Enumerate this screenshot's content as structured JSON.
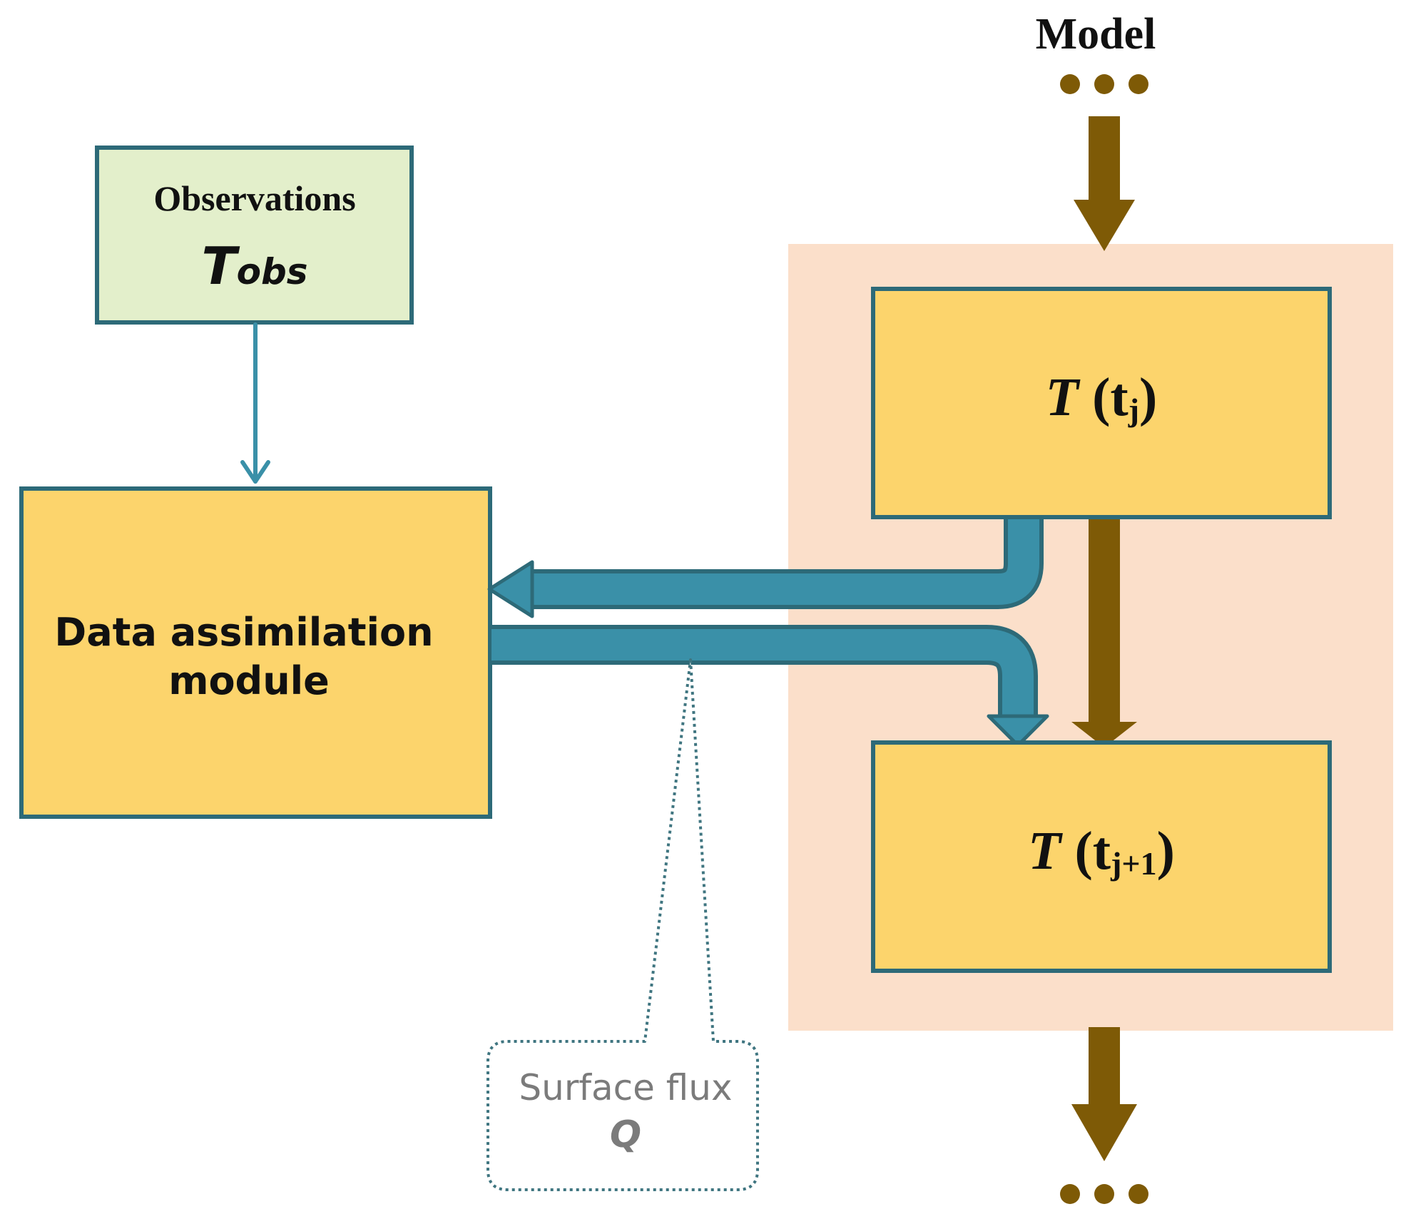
{
  "model": {
    "label": "Model"
  },
  "observations": {
    "title": "Observations",
    "symbol": "T",
    "subscript": "obs"
  },
  "assimilation": {
    "line1": "Data assimilation",
    "line2": "module"
  },
  "state_tj": {
    "symbol": "T",
    "open": " (t",
    "subscript": "j",
    "close": ")"
  },
  "state_tj1": {
    "symbol": "T",
    "open": " (t",
    "subscript": "j+1",
    "close": ")"
  },
  "callout": {
    "line1": "Surface flux",
    "line2": "Q"
  },
  "colors": {
    "model_region": "#fbdfca",
    "box_fill": "#fcd46c",
    "obs_fill": "#e3efcb",
    "box_border": "#2d6a78",
    "teal_arrow": "#3a90a8",
    "brown_arrow": "#7e5a06",
    "callout_border": "#3f7580",
    "callout_text": "#7b7b7b"
  }
}
